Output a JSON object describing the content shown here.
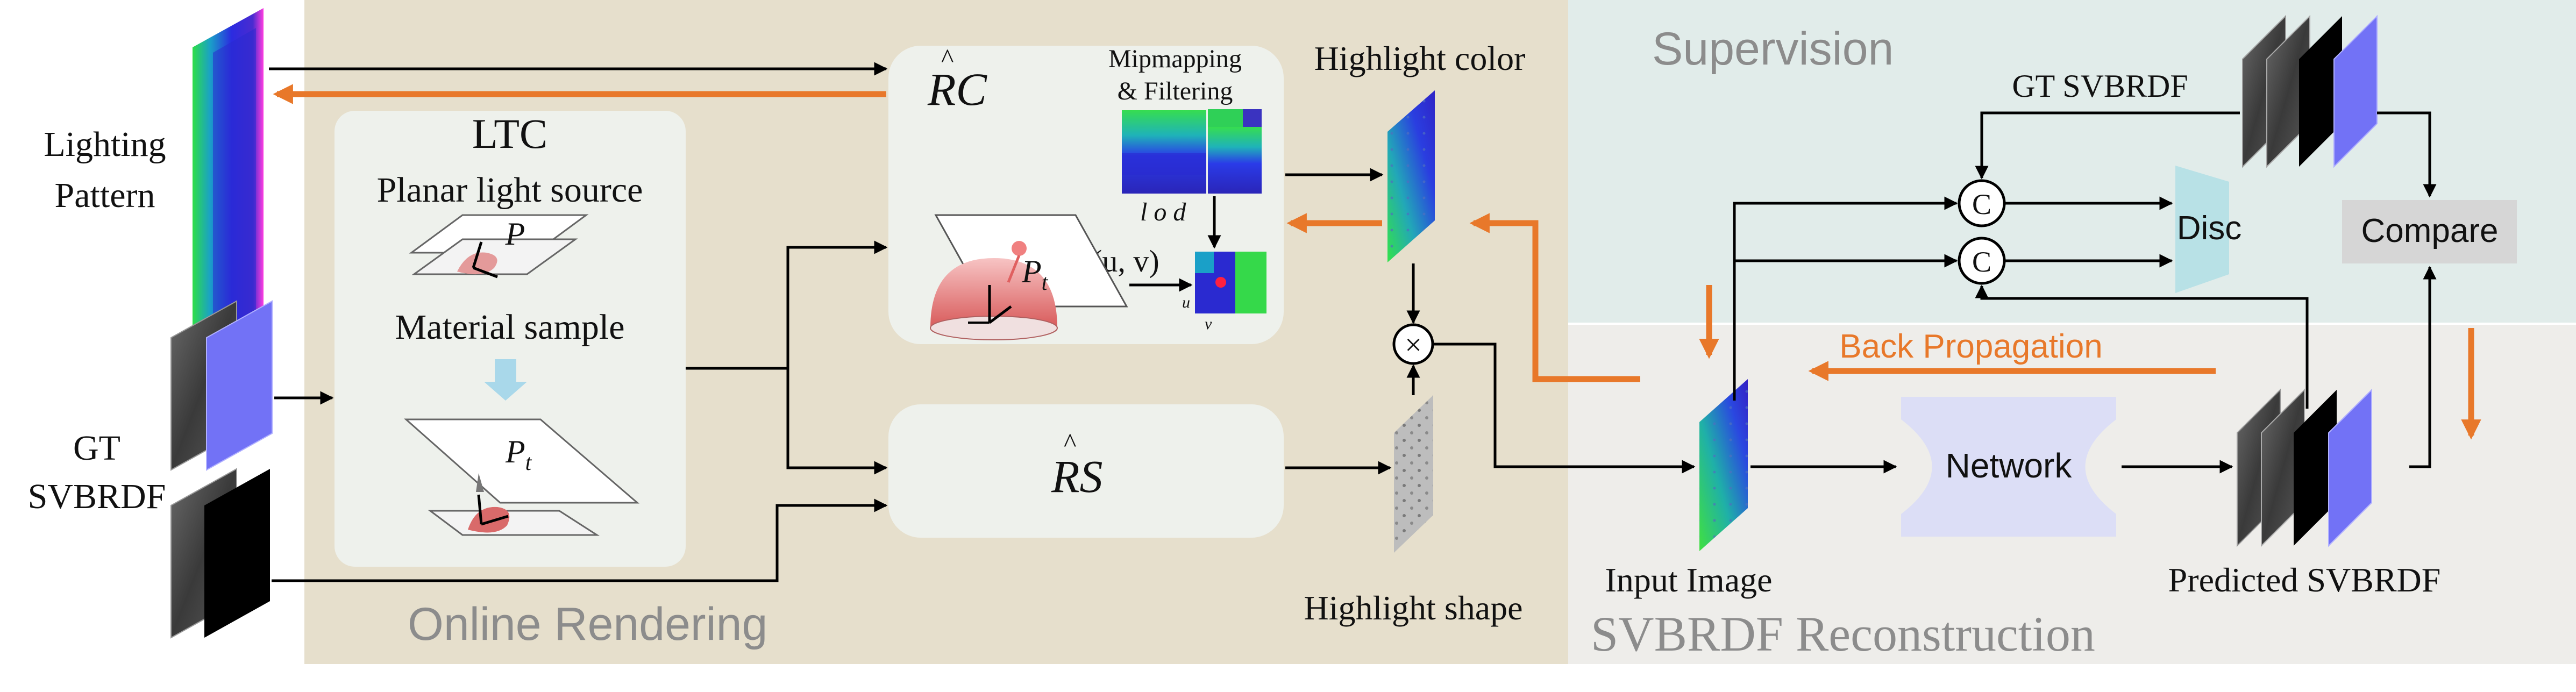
{
  "sections": {
    "online_rendering": "Online Rendering",
    "supervision": "Supervision",
    "reconstruction": "SVBRDF Reconstruction"
  },
  "left": {
    "lighting_pattern_line1": "Lighting",
    "lighting_pattern_line2": "Pattern",
    "gt_svbrdf_line1": "GT",
    "gt_svbrdf_line2": "SVBRDF"
  },
  "ltc": {
    "title": "LTC",
    "planar_light": "Planar light source",
    "p_label": "P",
    "material_sample": "Material sample",
    "pt_label": "P",
    "pt_sub": "t"
  },
  "rc": {
    "title": "RC",
    "mip_line1": "Mipmapping",
    "mip_line2": "& Filtering",
    "lod": "l o d",
    "uv": "(u, v)",
    "u": "u",
    "v": "v",
    "pt_label": "P",
    "pt_sub": "t"
  },
  "rs": {
    "title": "RS"
  },
  "highlight_color": "Highlight color",
  "highlight_shape": "Highlight shape",
  "multiply": "×",
  "gt_svbrdf_top": "GT SVBRDF",
  "concat_symbol": "C",
  "disc": "Disc",
  "compare": "Compare",
  "back_propagation": "Back Propagation",
  "network": "Network",
  "input_image": "Input Image",
  "predicted_svbrdf": "Predicted SVBRDF",
  "colors": {
    "rendering_bg": "#e6dfcc",
    "supervision_bg": "#e1ecea",
    "reconstruction_bg": "#eeedea",
    "accent_orange": "#e8782a",
    "network_fill": "#dcdef6",
    "disc_fill": "#b8e1e6",
    "compare_fill": "#d6d6d6"
  }
}
